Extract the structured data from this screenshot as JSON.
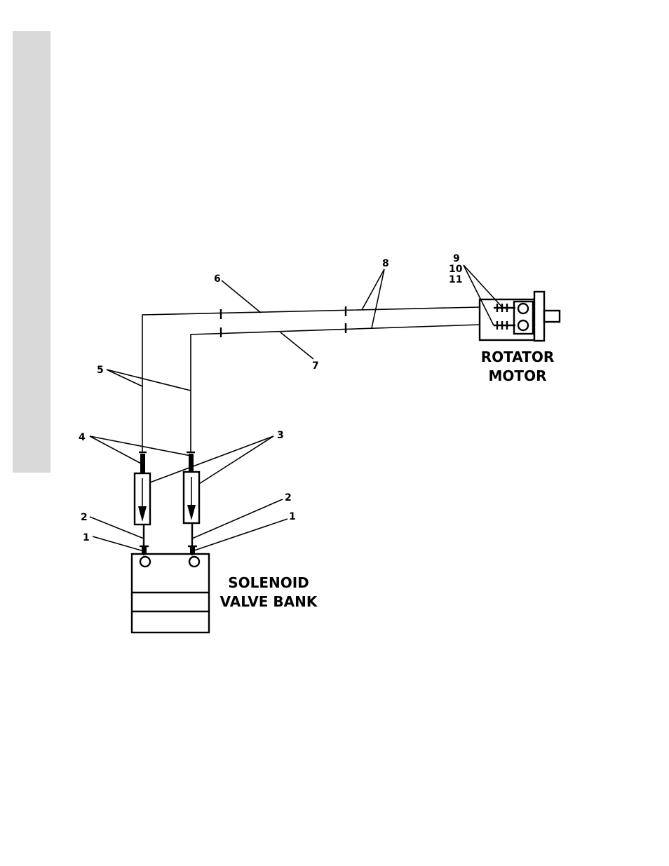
{
  "components": {
    "motor": {
      "title_line1": "ROTATOR",
      "title_line2": "MOTOR"
    },
    "valve_bank": {
      "title_line1": "SOLENOID",
      "title_line2": "VALVE BANK"
    }
  },
  "callouts": {
    "c1": "1",
    "c1b": "1",
    "c2": "2",
    "c2b": "2",
    "c3": "3",
    "c4": "4",
    "c5": "5",
    "c6": "6",
    "c7": "7",
    "c8": "8",
    "c9": "9",
    "c10": "10",
    "c11": "11"
  }
}
